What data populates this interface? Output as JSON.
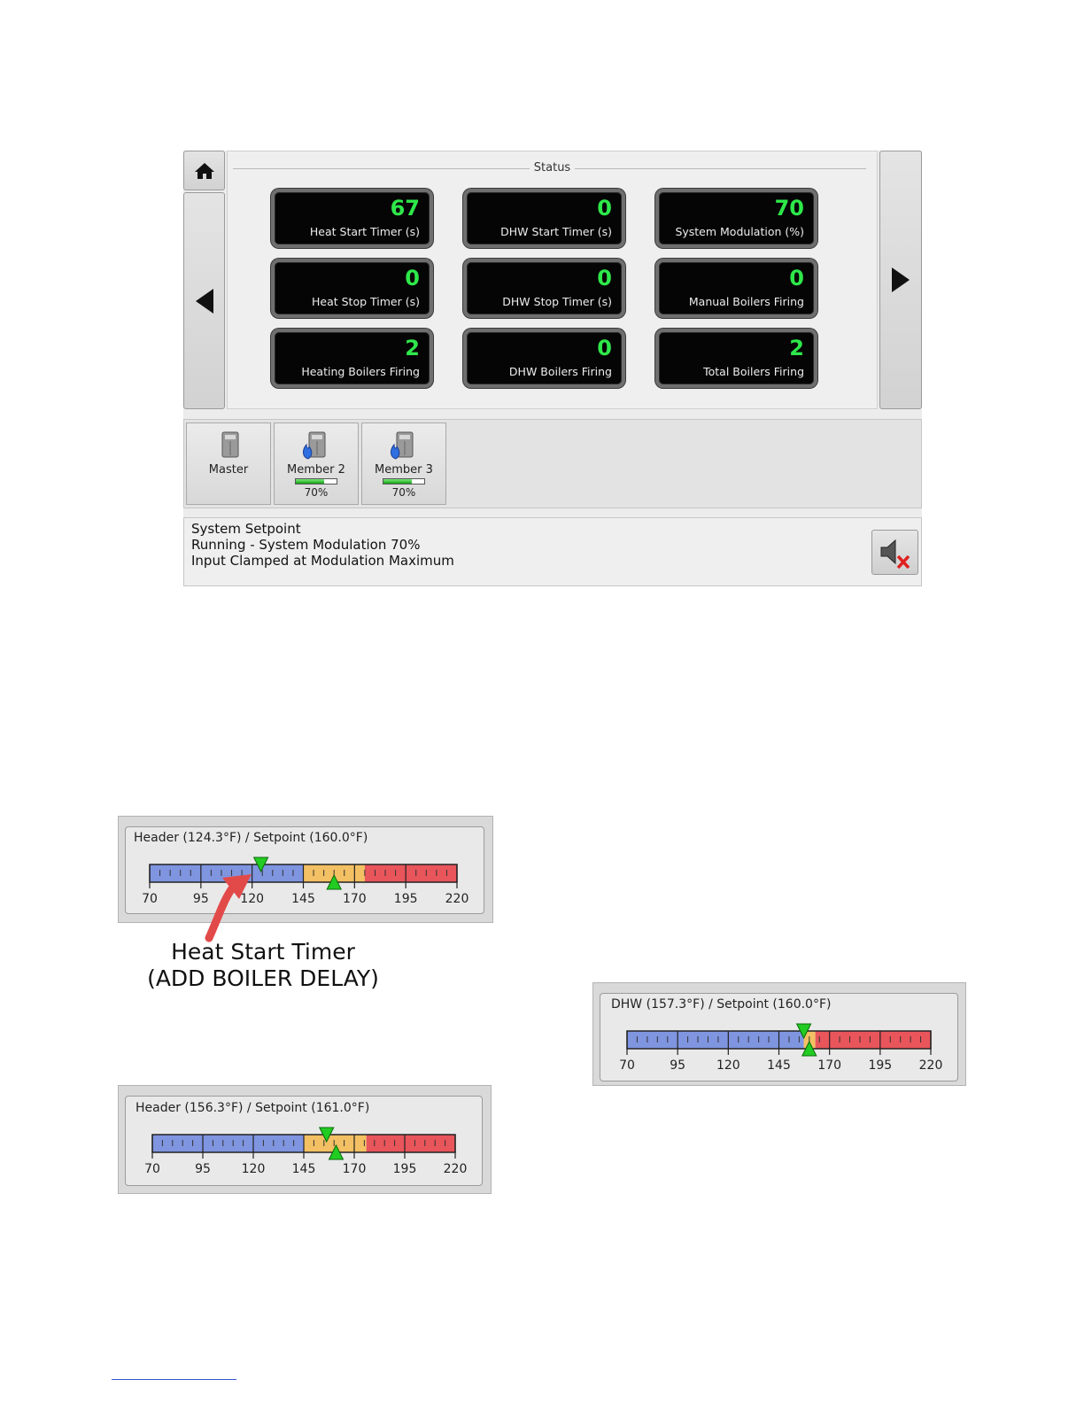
{
  "status_screen": {
    "title": "Status",
    "tiles": [
      {
        "value": "67",
        "label": "Heat Start Timer (s)"
      },
      {
        "value": "0",
        "label": "DHW Start Timer (s)"
      },
      {
        "value": "70",
        "label": "System Modulation (%)"
      },
      {
        "value": "0",
        "label": "Heat Stop Timer (s)"
      },
      {
        "value": "0",
        "label": "DHW Stop Timer (s)"
      },
      {
        "value": "0",
        "label": "Manual Boilers Firing"
      },
      {
        "value": "2",
        "label": "Heating Boilers Firing"
      },
      {
        "value": "0",
        "label": "DHW Boilers Firing"
      },
      {
        "value": "2",
        "label": "Total Boilers Firing"
      }
    ],
    "boilers": [
      {
        "name": "Master",
        "firing": false
      },
      {
        "name": "Member 2",
        "firing": true,
        "modulation_pct": 70,
        "modulation_text": "70%"
      },
      {
        "name": "Member 3",
        "firing": true,
        "modulation_pct": 70,
        "modulation_text": "70%"
      }
    ],
    "messages": [
      "System Setpoint",
      "Running - System Modulation 70%",
      "Input Clamped at Modulation Maximum"
    ],
    "icons": {
      "home": "home-icon",
      "prev": "arrow-left-icon",
      "next": "arrow-right-icon",
      "mute": "speaker-muted-icon",
      "boiler": "boiler-icon",
      "flame": "flame-icon"
    },
    "colors": {
      "tile_value": "#2ee84a",
      "tile_bg": "#050505"
    }
  },
  "gauges": [
    {
      "title": "Header (124.3°F) / Setpoint (160.0°F)",
      "scale_min": 70,
      "scale_max": 220,
      "ticks": [
        "70",
        "95",
        "120",
        "145",
        "170",
        "195",
        "220"
      ],
      "current": 124.3,
      "setpoint": 160.0,
      "blue_end": 145.0,
      "yellow_end": 175.0
    },
    {
      "title": "DHW (157.3°F) / Setpoint (160.0°F)",
      "scale_min": 70,
      "scale_max": 220,
      "ticks": [
        "70",
        "95",
        "120",
        "145",
        "170",
        "195",
        "220"
      ],
      "current": 157.3,
      "setpoint": 160.0,
      "blue_end": 157.3,
      "yellow_end": 163.0
    },
    {
      "title": "Header (156.3°F) / Setpoint (161.0°F)",
      "scale_min": 70,
      "scale_max": 220,
      "ticks": [
        "70",
        "95",
        "120",
        "145",
        "170",
        "195",
        "220"
      ],
      "current": 156.3,
      "setpoint": 161.0,
      "blue_end": 145.0,
      "yellow_end": 176.0
    }
  ],
  "annotation": {
    "line1": "Heat Start Timer",
    "line2": "(ADD BOILER DELAY)"
  },
  "gauge_colors": {
    "blue": "#7f95e0",
    "yellow": "#f3c063",
    "red": "#e8555b",
    "marker": "#22cc22"
  }
}
